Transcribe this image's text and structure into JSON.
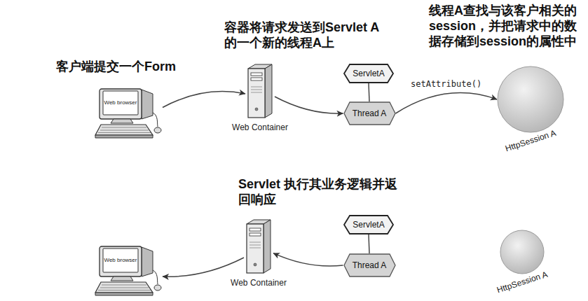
{
  "diagram": {
    "nodes": [
      {
        "text": [
          "Web browser"
        ]
      },
      {
        "text": [
          "Web Container"
        ]
      },
      {
        "text": [
          "ServletA"
        ]
      },
      {
        "text": [
          "Thread A"
        ]
      },
      {
        "text": [
          "HttpSession A"
        ]
      },
      {
        "text": [
          "Web browser"
        ]
      },
      {
        "text": [
          "Web Container"
        ]
      },
      {
        "text": [
          "ServletA"
        ]
      },
      {
        "text": [
          "Thread A"
        ]
      },
      {
        "text": [
          "HttpSession A"
        ]
      }
    ],
    "edges": [
      {
        "from": 0,
        "to": 1,
        "arrow": "to"
      },
      {
        "from": 1,
        "to": 3,
        "arrow": "to"
      },
      {
        "from": 2,
        "to": 3,
        "arrow": "none"
      },
      {
        "from": 3,
        "to": 4,
        "label": "setAttribute()",
        "arrow": "to"
      },
      {
        "from": 8,
        "to": 6,
        "arrow": "to"
      },
      {
        "from": 6,
        "to": 5,
        "arrow": "to"
      },
      {
        "from": 7,
        "to": 8,
        "arrow": "none"
      }
    ],
    "labels": [
      "客户端提交一个Form",
      "容器将请求发送到Servlet A的一个新的线程A上",
      "线程A查找与该客户相关的session，并把请求中的数据存储到session的属性中",
      "Servlet 执行其业务逻辑并返回响应"
    ]
  }
}
